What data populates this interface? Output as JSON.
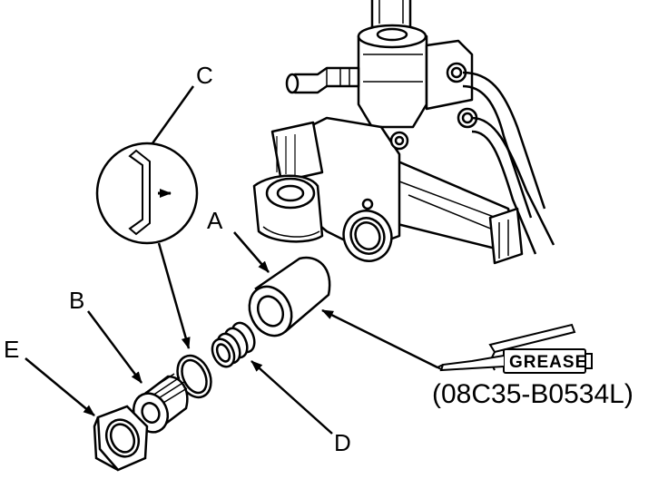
{
  "callouts": {
    "a": "A",
    "b": "B",
    "c": "C",
    "d": "D",
    "e": "E"
  },
  "grease_gun": {
    "label": "GREASE",
    "part_number": "(08C35-B0534L)"
  }
}
